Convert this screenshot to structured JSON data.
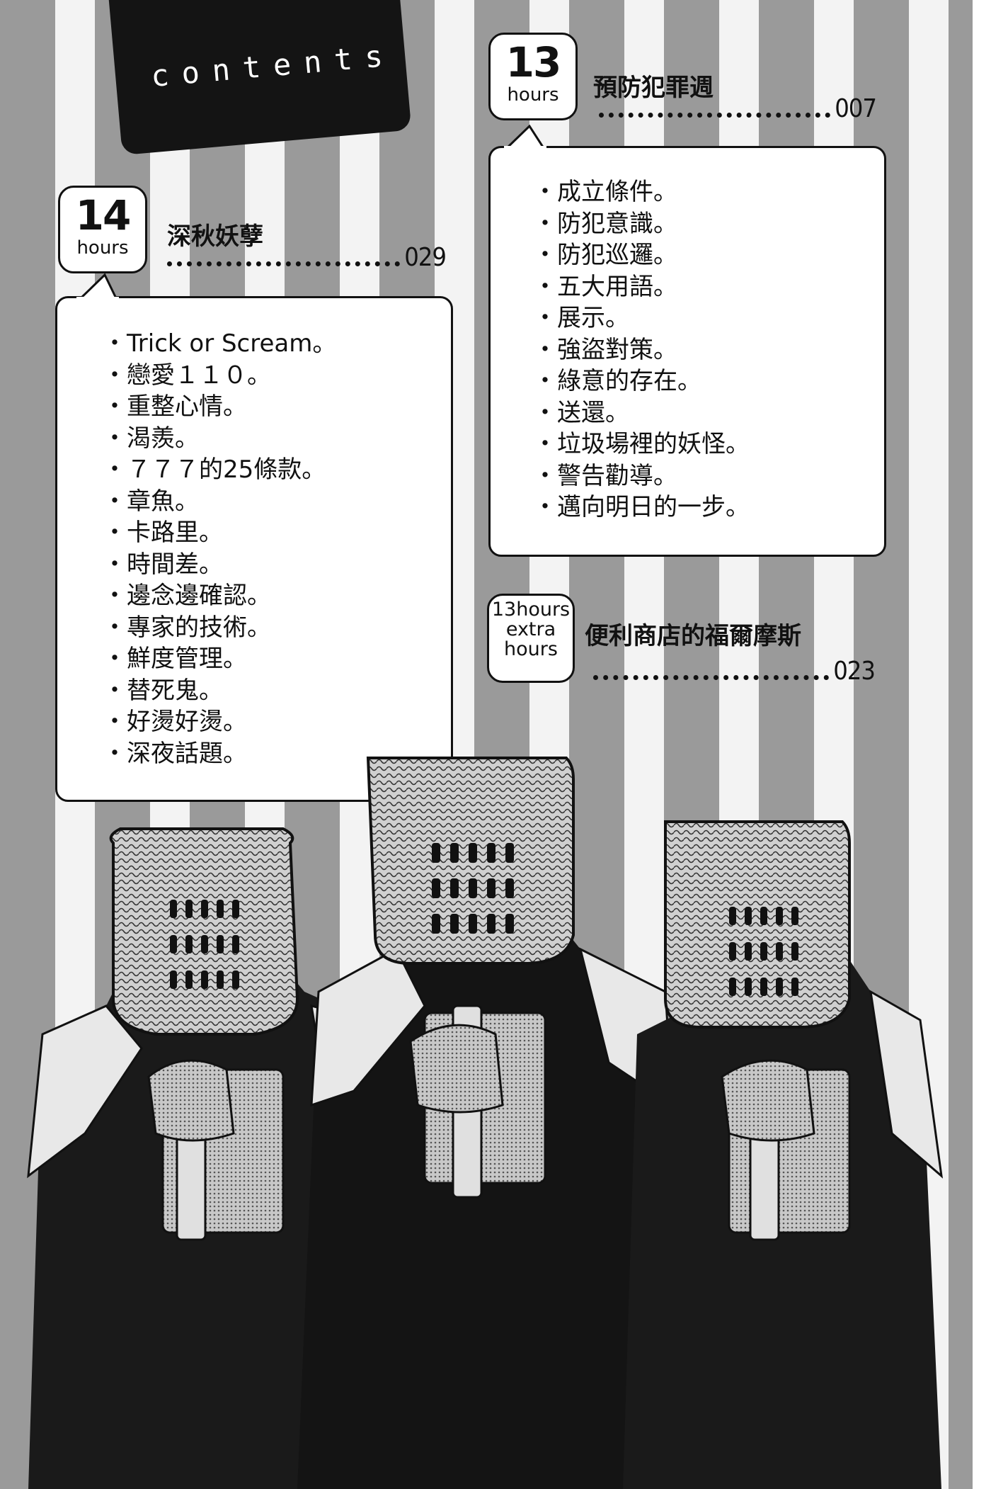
{
  "contents_label": "contents",
  "chapter_13": {
    "number": "13",
    "unit": "hours",
    "title": "預防犯罪週",
    "page": "007",
    "sections": [
      "成立條件。",
      "防犯意識。",
      "防犯巡邏。",
      "五大用語。",
      "展示。",
      "強盜對策。",
      "綠意的存在。",
      "送還。",
      "垃圾場裡的妖怪。",
      "警告勸導。",
      "邁向明日的一步。"
    ]
  },
  "chapter_13_extra": {
    "label_lines": [
      "13hours",
      "extra",
      "hours"
    ],
    "title": "便利商店的福爾摩斯",
    "page": "023"
  },
  "chapter_14": {
    "number": "14",
    "unit": "hours",
    "title": "深秋妖孽",
    "page": "029",
    "sections": [
      "Trick or Scream。",
      "戀愛１１０。",
      "重整心情。",
      "渴羨。",
      "７７７的25條款。",
      "章魚。",
      "卡路里。",
      "時間差。",
      "邊念邊確認。",
      "專家的技術。",
      "鮮度管理。",
      "替死鬼。",
      "好燙好燙。",
      "深夜話題。"
    ]
  },
  "colors": {
    "stripe_dark": "#9a9a9a",
    "stripe_light": "#f3f3f3",
    "ink": "#111111"
  }
}
